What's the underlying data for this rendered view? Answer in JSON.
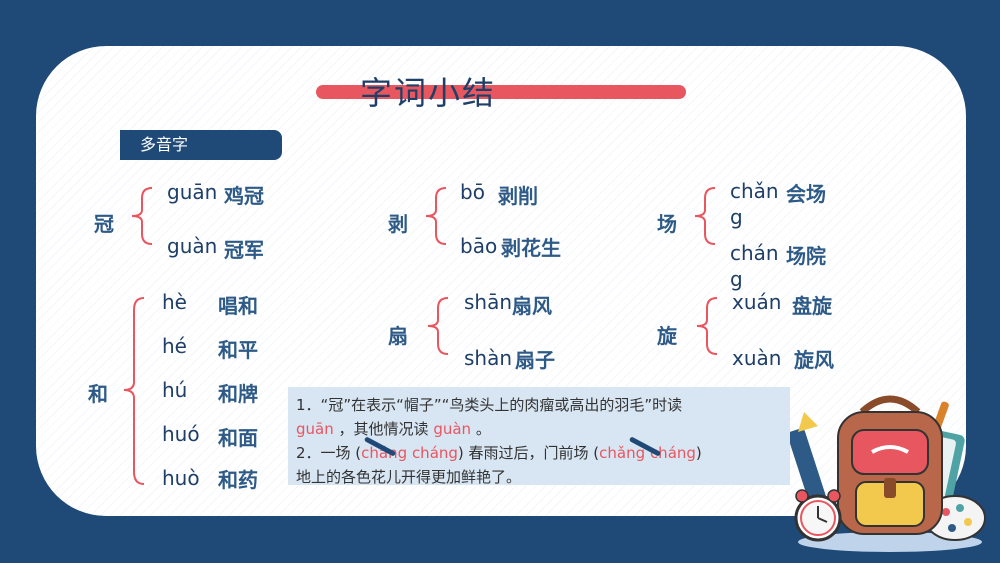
{
  "title": "字词小结",
  "tag": "多音字",
  "groups": [
    {
      "char": "冠",
      "items": [
        {
          "py": "guān",
          "word": "鸡冠"
        },
        {
          "py": "guàn",
          "word": "冠军"
        }
      ]
    },
    {
      "char": "剥",
      "items": [
        {
          "py": "bō",
          "word": "剥削"
        },
        {
          "py": "bāo",
          "word": "剥花生"
        }
      ]
    },
    {
      "char": "场",
      "items": [
        {
          "py": "chǎn\ng",
          "word": "会场"
        },
        {
          "py": "chán\ng",
          "word": "场院"
        }
      ]
    },
    {
      "char": "和",
      "items": [
        {
          "py": "hè",
          "word": "唱和"
        },
        {
          "py": "hé",
          "word": "和平"
        },
        {
          "py": "hú",
          "word": "和牌"
        },
        {
          "py": "huó",
          "word": "和面"
        },
        {
          "py": "huò",
          "word": "和药"
        }
      ]
    },
    {
      "char": "扇",
      "items": [
        {
          "py": "shān",
          "word": "扇风"
        },
        {
          "py": "shàn",
          "word": "扇子"
        }
      ]
    },
    {
      "char": "旋",
      "items": [
        {
          "py": "xuán",
          "word": "盘旋"
        },
        {
          "py": "xuàn",
          "word": "旋风"
        }
      ]
    }
  ],
  "note": {
    "line1": "1．“冠”在表示“帽子”“鸟类头上的肉瘤或高出的羽毛”时读",
    "ans1": "guān",
    "line1b": "，其他情况读",
    "ans2": "guàn",
    "line1c": "。",
    "line2a": "2．一场 (",
    "opt1a": "chǎng",
    "opt1b": "cháng",
    "line2b": ") 春雨过后，门前场 (",
    "opt2a": "chǎng",
    "opt2b": "cháng",
    "line2c": ")",
    "line3": "地上的各色花儿开得更加鲜艳了。"
  },
  "colors": {
    "background": "#1f4a78",
    "accent": "#e8565f",
    "text": "#2e5a87"
  },
  "icons": {
    "illustration": "school-backpack-illustration"
  }
}
